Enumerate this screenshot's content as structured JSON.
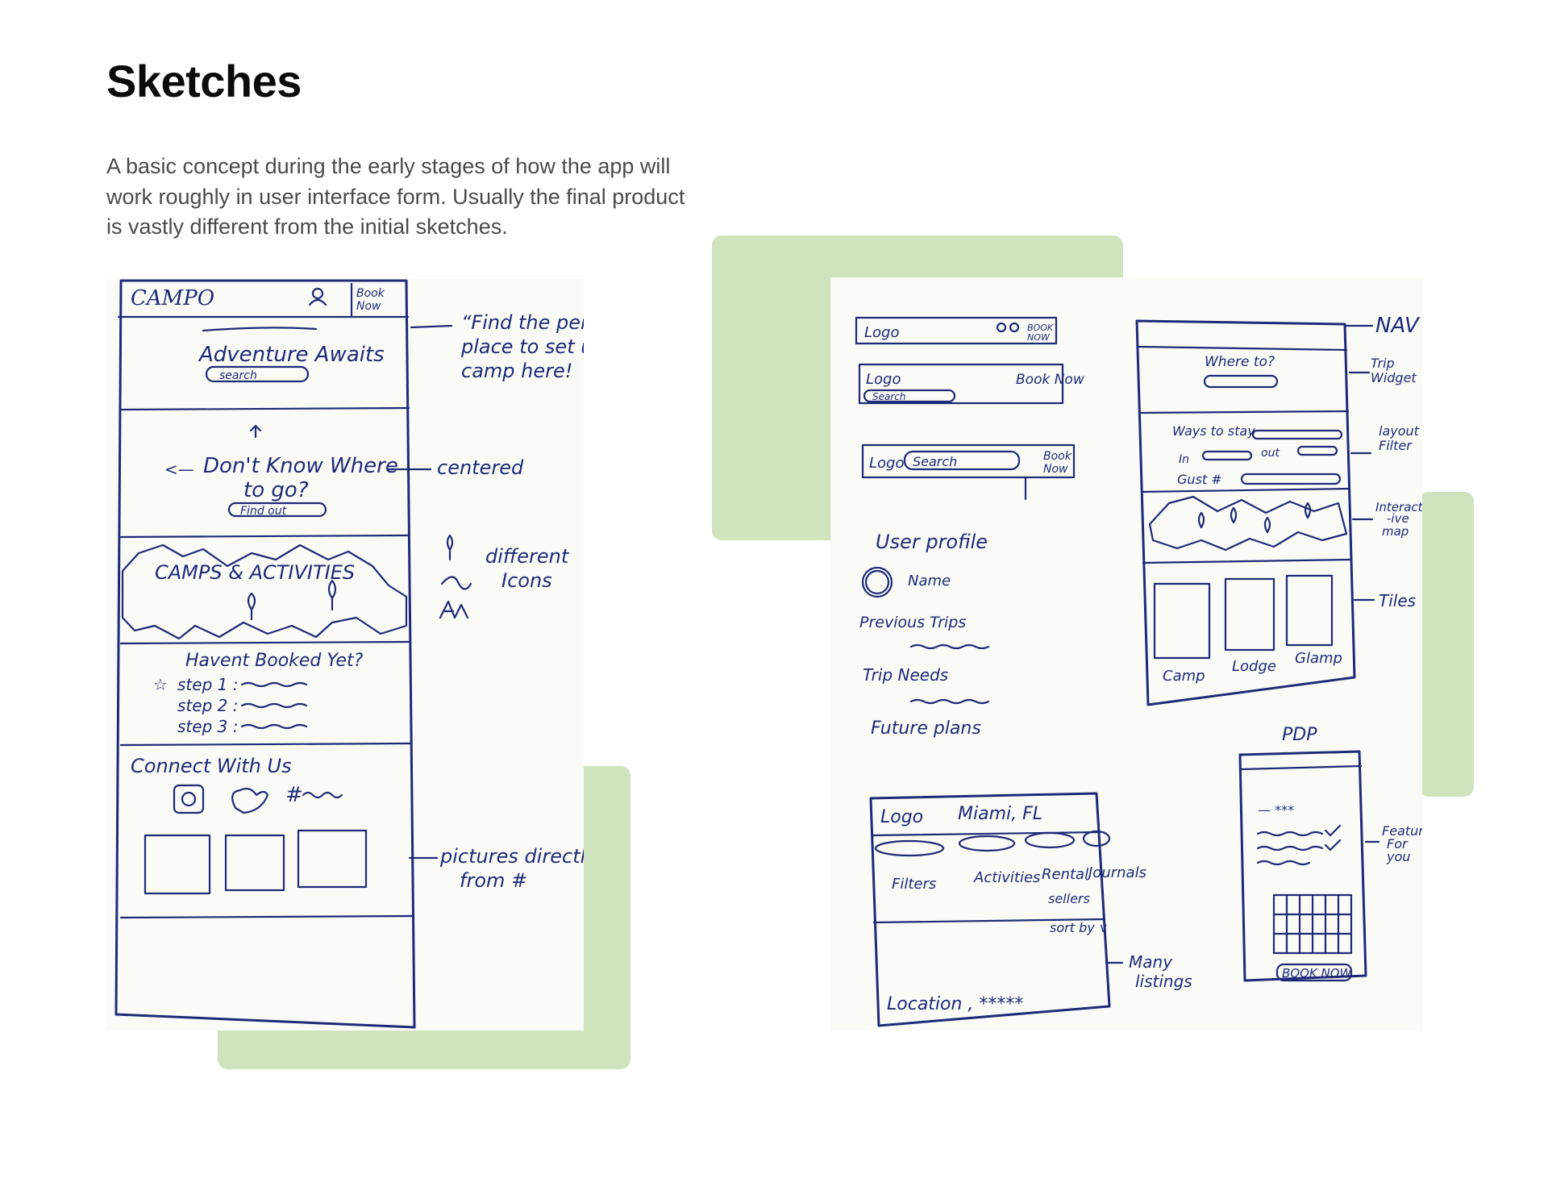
{
  "page": {
    "title": "Sketches",
    "description": "A basic concept during the early stages of how the app will work roughly in user interface form. Usually the final product is vastly different from the initial sketches."
  },
  "colors": {
    "accent_green": "#cfe3bd",
    "ink": "#1e2a78",
    "paper": "#fafaf6"
  },
  "sketch_left": {
    "header": {
      "logo": "CAMPO",
      "book_now": [
        "Book",
        "Now"
      ]
    },
    "hero": {
      "heading": "Adventure Awaits",
      "search": "search"
    },
    "note_hero": [
      "“Find the perfe",
      "place to set u",
      "camp here!"
    ],
    "find": {
      "line1": "Don't Know Where",
      "line2": "to go?",
      "button": "Find out",
      "arrow": "<—"
    },
    "note_centered": "centered",
    "map_title": "CAMPS & ACTIVITIES",
    "note_icons": [
      "different",
      "Icons"
    ],
    "steps": {
      "title": "Havent Booked Yet?",
      "items": [
        "step 1 :",
        "step 2 :",
        "step 3 :"
      ]
    },
    "connect": {
      "title": "Connect With Us",
      "hashtag": "#"
    },
    "note_pictures": [
      "pictures directl",
      "from #"
    ]
  },
  "sketch_right": {
    "nav_variants": [
      {
        "logo": "Logo",
        "book": [
          "BOOK",
          "NOW"
        ]
      },
      {
        "logo": "Logo",
        "book_now": "Book Now",
        "search": "Search"
      },
      {
        "logo": "Logo",
        "search": "Search",
        "book": [
          "Book",
          "Now"
        ]
      }
    ],
    "profile": {
      "title": "User profile",
      "name": "Name",
      "previous_trips": "Previous Trips",
      "trip_needs": "Trip Needs",
      "future_plans": "Future plans"
    },
    "phone": {
      "where_to": "Where to?",
      "ways_to_stay": "Ways to stay",
      "in": "In",
      "out": "out",
      "guest": "Gust #",
      "tiles": [
        "Camp",
        "Lodge",
        "Glamp"
      ]
    },
    "labels": {
      "nav": "NAV",
      "trip_widget": [
        "Trip",
        "Widget"
      ],
      "layout_filter": [
        "layout",
        "Filter"
      ],
      "interactive_map": [
        "Interact",
        "-ive",
        "map"
      ],
      "tiles": "Tiles"
    },
    "listing": {
      "logo": "Logo",
      "location": "Miami, FL",
      "filters": [
        "Filters",
        "Activities",
        "Rental",
        "Journals"
      ],
      "sellers": "sellers",
      "sort": "sort by ∨",
      "row": "Location , *****"
    },
    "note_listings": [
      "Many",
      "listings"
    ],
    "pdp": {
      "title": "PDP",
      "stars": "— ***",
      "book": "BOOK NOW"
    },
    "note_feature": [
      "Feature",
      "For",
      "you"
    ]
  }
}
